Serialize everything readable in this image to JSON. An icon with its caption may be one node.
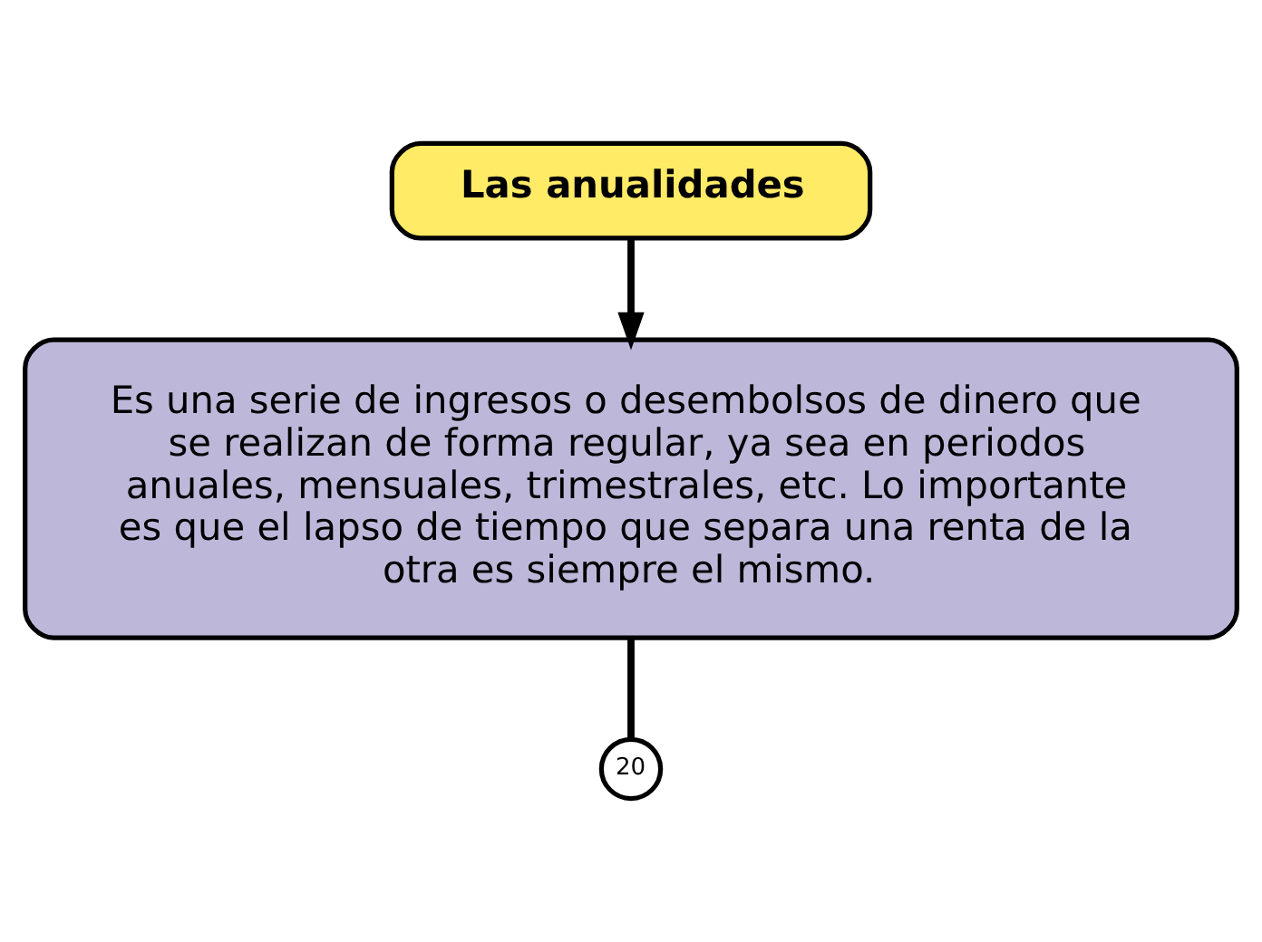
{
  "diagram": {
    "nodes": [
      {
        "text": [
          "Las anualidades"
        ]
      },
      {
        "text": [
          "Es una serie de ingresos o desembolsos de dinero que se realizan de forma regular, ya sea en periodos anuales, mensuales, trimestrales, etc. Lo importante es que el lapso de tiempo que separa una renta de la otra es siempre el mismo."
        ]
      },
      {
        "text": [
          "20"
        ]
      }
    ],
    "edges": [
      {
        "from": 0,
        "to": 1,
        "arrow": "to"
      },
      {
        "from": 1,
        "to": 2,
        "arrow": "none"
      }
    ]
  }
}
